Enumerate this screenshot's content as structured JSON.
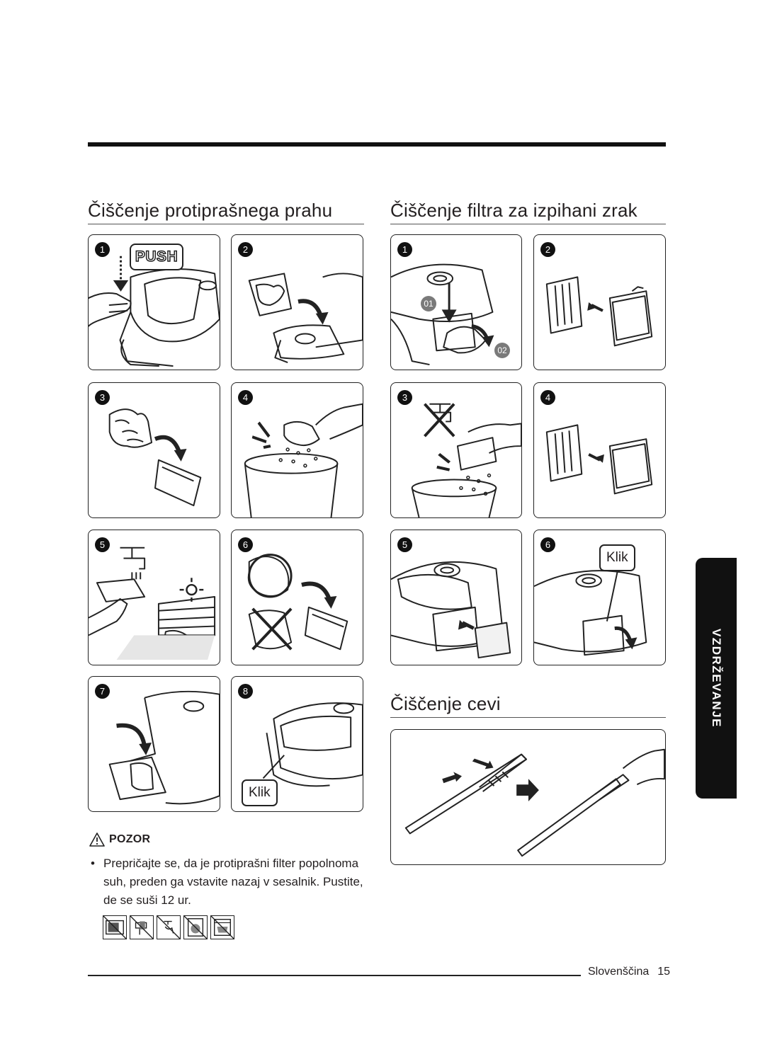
{
  "left_section": {
    "title": "Čiščenje protiprašnega prahu",
    "push_label": "PUSH",
    "klik_label": "Klik",
    "steps": [
      "1",
      "2",
      "3",
      "4",
      "5",
      "6",
      "7",
      "8"
    ]
  },
  "right_section": {
    "title": "Čiščenje filtra za izpihani zrak",
    "steps": [
      "1",
      "2",
      "3",
      "4",
      "5",
      "6"
    ],
    "sub_steps": [
      "01",
      "02"
    ],
    "klik_label": "Klik"
  },
  "hose_section": {
    "title": "Čiščenje cevi"
  },
  "caution": {
    "heading": "POZOR",
    "items": [
      "Prepričajte se, da je protiprašni filter popolnoma suh, preden ga vstavite nazaj v sesalnik. Pustite, de se suši 12 ur."
    ],
    "icons": [
      "microwave-icon",
      "hair-dryer-icon",
      "washing-hands-icon",
      "washing-machine-icon",
      "dishwasher-icon"
    ]
  },
  "side_tab": {
    "label": "VZDRŽEVANJE"
  },
  "footer": {
    "language": "Slovenščina",
    "page_number": "15"
  }
}
